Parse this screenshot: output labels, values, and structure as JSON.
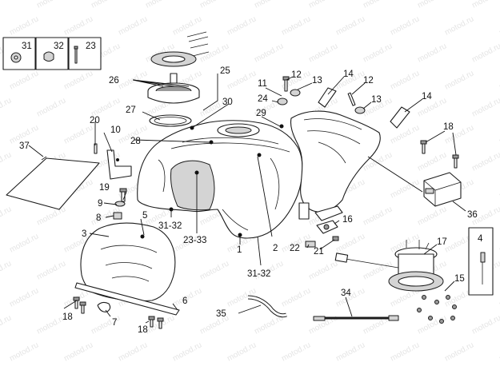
{
  "watermark": "motod.ru",
  "legend_boxes": [
    {
      "id": "box-31",
      "number": "31"
    },
    {
      "id": "box-32",
      "number": "32"
    },
    {
      "id": "box-23",
      "number": "23"
    }
  ],
  "inset_box": {
    "number": "4"
  },
  "callouts": {
    "c1": "1",
    "c2": "2",
    "c3": "3",
    "c5": "5",
    "c6": "6",
    "c7": "7",
    "c8": "8",
    "c9": "9",
    "c10": "10",
    "c11": "11",
    "c12a": "12",
    "c12b": "12",
    "c13a": "13",
    "c13b": "13",
    "c14a": "14",
    "c14b": "14",
    "c15": "15",
    "c16": "16",
    "c17": "17",
    "c18a": "18",
    "c18b": "18",
    "c18c": "18",
    "c19": "19",
    "c20": "20",
    "c21": "21",
    "c22": "22",
    "c23_33": "23-33",
    "c24": "24",
    "c25": "25",
    "c26": "26",
    "c27": "27",
    "c28": "28",
    "c29": "29",
    "c30": "30",
    "c31_32a": "31-32",
    "c31_32b": "31-32",
    "c34": "34",
    "c35": "35",
    "c36": "36",
    "c37": "37"
  }
}
